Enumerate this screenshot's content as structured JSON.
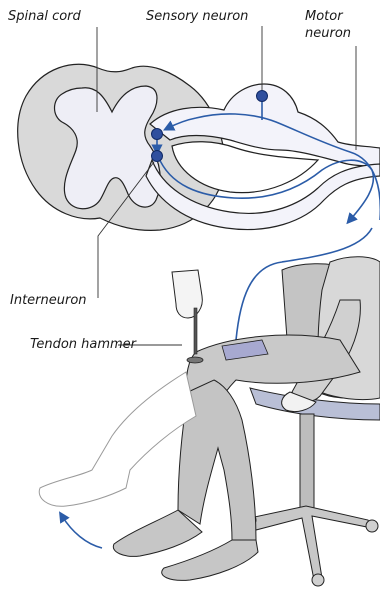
{
  "labels": {
    "spinal_cord": "Spinal cord",
    "sensory_neuron": "Sensory neuron",
    "motor_neuron_line1": "Motor",
    "motor_neuron_line2": "neuron",
    "interneuron": "Interneuron",
    "tendon_hammer": "Tendon hammer"
  },
  "colors": {
    "neuron_path": "#2b5ca8",
    "neuron_dot": "#2f4f9e",
    "spinal_cord_outer": "#d9d9d9",
    "spinal_cord_inner": "#eeeef6",
    "nerve_fill": "#f3f3fa",
    "trousers": "#c9c9c9",
    "shirt": "#d8d8d8",
    "shoes": "#c6c6c6",
    "chair": "#bfbfbf",
    "chair_seat": "#b9bfd6",
    "patella_marker": "#a7a9d0"
  }
}
